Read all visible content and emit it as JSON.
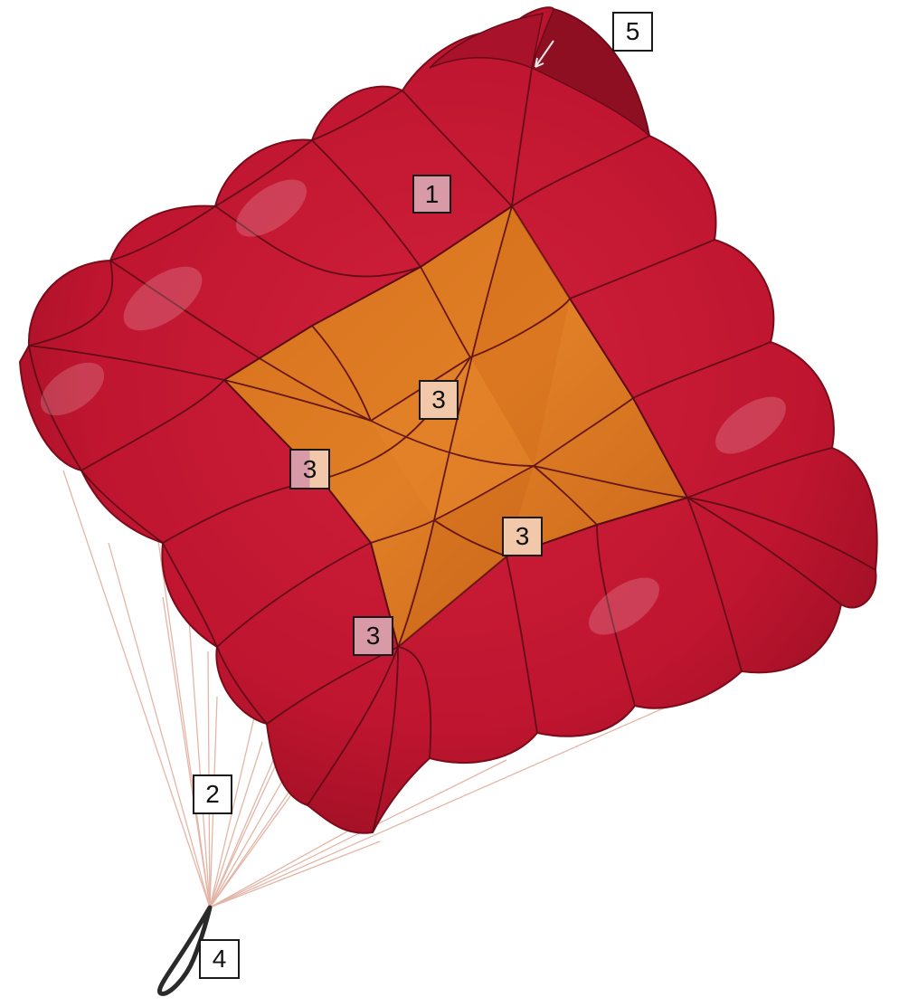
{
  "colors": {
    "canopy_red": "#c4172e",
    "canopy_red_dark": "#8e0f20",
    "canopy_red_light": "#d92a40",
    "center_orange": "#d9741f",
    "center_orange_dark": "#b85a14",
    "seam": "#5a0c14",
    "line": "#e8b8a8",
    "bridle": "#2a2a2a",
    "label_white": "#ffffff",
    "label_pink": "#d99aa8",
    "label_peach": "#f2c8ab"
  },
  "labels": [
    {
      "id": "1",
      "text": "1",
      "bg": "pink"
    },
    {
      "id": "2",
      "text": "2",
      "bg": "white"
    },
    {
      "id": "3a",
      "text": "3",
      "bg": "peach"
    },
    {
      "id": "3b",
      "text": "3",
      "bg": "pink-peach"
    },
    {
      "id": "3c",
      "text": "3",
      "bg": "peach"
    },
    {
      "id": "3d",
      "text": "3",
      "bg": "pink"
    },
    {
      "id": "4",
      "text": "4",
      "bg": "white"
    },
    {
      "id": "5",
      "text": "5",
      "bg": "white"
    }
  ]
}
